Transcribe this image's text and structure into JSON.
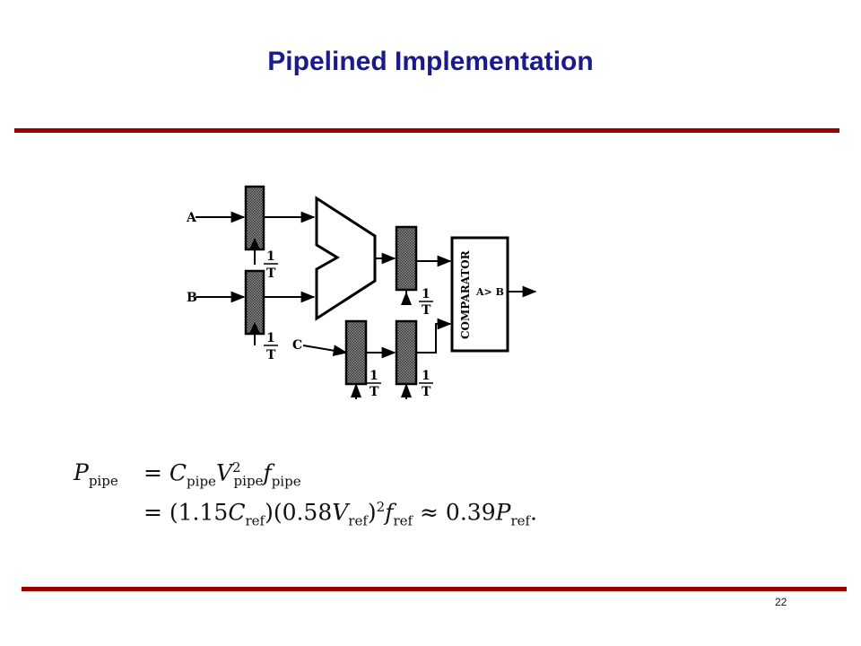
{
  "slide": {
    "title": "Pipelined Implementation",
    "page_number": "22"
  },
  "diagram": {
    "inputs": {
      "a": "A",
      "b": "B",
      "c": "C"
    },
    "clock_numerator": "1",
    "clock_denominator": "T",
    "comparator_label": "COMPARATOR",
    "comparator_output": "A> B"
  },
  "equation": {
    "line1_lhs": "P_pipe",
    "line1_rhs": "= C_pipe V_pipe^2 f_pipe",
    "line2_rhs": "= (1.15C_ref)(0.58V_ref)^2 f_ref ≈ 0.39P_ref."
  },
  "colors": {
    "title": "#1a1a8c",
    "rule": "#990000"
  }
}
